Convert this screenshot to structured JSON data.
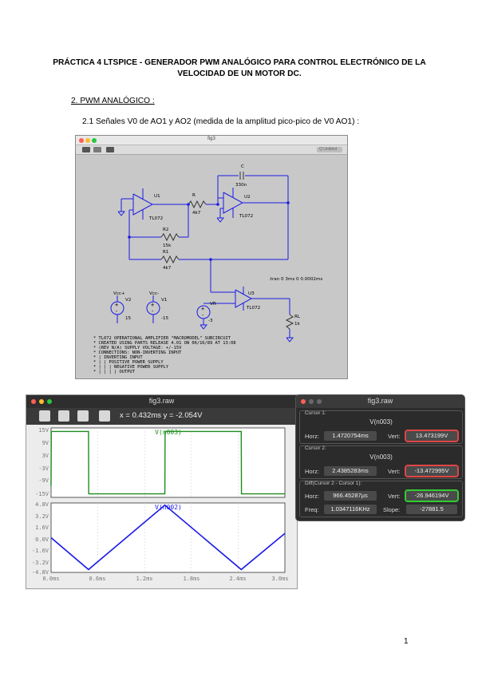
{
  "document": {
    "title": "PRÁCTICA 4 LTSPICE - GENERADOR PWM ANALÓGICO PARA CONTROL ELECTRÓNICO DE LA VELOCIDAD DE UN MOTOR DC.",
    "section": "2. PWM ANALÓGICO :",
    "subsection": "2.1 Señales V0 de AO1 y AO2 (medida de la amplitud pico-pico de V0 AO1) :",
    "page_number": "1"
  },
  "schematic_window": {
    "title": "fig3",
    "search_placeholder": "Q Untitled",
    "labels": {
      "c": "C",
      "c_val": "330n",
      "u1": "U1",
      "u1_part": "TL072",
      "u2": "U2",
      "u2_part": "TL072",
      "u3": "U3",
      "u3_part": "TL072",
      "r": "R",
      "r_val": "4k7",
      "r2": "R2",
      "r2_val": "15k",
      "r1": "R1",
      "r1_val": "4k7",
      "rl": "RL",
      "rl_val": "1k",
      "v1": "V1",
      "v1_val": "-15",
      "v2": "V2",
      "v2_val": "15",
      "vr": "VR",
      "vr_val": "-3",
      "vcc_pos": "Vcc+",
      "vcc_neg": "Vcc-",
      "tran": ".tran 0 3ms 0 0.0002ms"
    },
    "comments": [
      "* TL072 OPERATIONAL AMPLIFIER \"MACROMODEL\" SUBCIRCUIT",
      "* CREATED USING PARTS RELEASE 4.01 ON 06/16/89 AT 13:08",
      "* (REV N/A)      SUPPLY VOLTAGE: +/-15V",
      "* CONNECTIONS:   NON-INVERTING INPUT",
      "*                | INVERTING INPUT",
      "*                | | POSITIVE POWER SUPPLY",
      "*                | | | NEGATIVE POWER SUPPLY",
      "*                | | | | OUTPUT"
    ]
  },
  "waveform_window": {
    "title": "fig3.raw",
    "cursor_readout": "x = 0.432ms   y = -2.054V",
    "top_plot": {
      "trace": "V(n003)",
      "y_ticks": [
        "15V",
        "9V",
        "3V",
        "-3V",
        "-9V",
        "-15V"
      ],
      "color": "#1e8c1e"
    },
    "bottom_plot": {
      "trace": "V(n002)",
      "y_ticks": [
        "4.8V",
        "3.2V",
        "1.6V",
        "0.0V",
        "-1.6V",
        "-3.2V",
        "-4.8V"
      ],
      "color": "#1a1ae6"
    },
    "x_ticks": [
      "0.0ms",
      "0.6ms",
      "1.2ms",
      "1.8ms",
      "2.4ms",
      "3.0ms"
    ]
  },
  "chart_data": [
    {
      "type": "line",
      "series": [
        {
          "name": "V(n003)",
          "x": [
            0.0,
            0.003,
            0.006,
            0.48,
            0.483,
            1.46,
            1.463,
            2.44,
            2.443,
            3.0
          ],
          "values": [
            -10.0,
            13.47,
            13.47,
            13.47,
            -13.47,
            -13.47,
            13.47,
            13.47,
            -13.47,
            -13.47
          ]
        }
      ],
      "xlim": [
        0,
        3.0
      ],
      "ylim": [
        -15,
        15
      ],
      "x_unit": "ms",
      "y_unit": "V"
    },
    {
      "type": "line",
      "series": [
        {
          "name": "V(n002)",
          "x": [
            0.0,
            0.48,
            1.46,
            2.44,
            3.0
          ],
          "values": [
            0.0,
            -4.4,
            4.5,
            -4.4,
            0.6
          ]
        }
      ],
      "xlim": [
        0,
        3.0
      ],
      "ylim": [
        -4.8,
        4.8
      ],
      "x_unit": "ms",
      "y_unit": "V"
    }
  ],
  "cursor_window": {
    "title": "fig3.raw",
    "cursor1": {
      "label": "Cursor 1:",
      "signal": "V(n003)",
      "horz_label": "Horz:",
      "horz": "1.4720754ms",
      "vert_label": "Vert:",
      "vert": "13.473199V"
    },
    "cursor2": {
      "label": "Cursor 2:",
      "signal": "V(n003)",
      "horz_label": "Horz:",
      "horz": "2.4385283ms",
      "vert_label": "Vert:",
      "vert": "-13.472995V"
    },
    "diff": {
      "label": "Diff(Cursor 2 - Cursor 1):",
      "horz_label": "Horz:",
      "horz": "966.45287µs",
      "vert_label": "Vert:",
      "vert": "-26.946194V",
      "freq_label": "Freq:",
      "freq": "1.0347116KHz",
      "slope_label": "Slope:",
      "slope": "-27881.5"
    }
  }
}
